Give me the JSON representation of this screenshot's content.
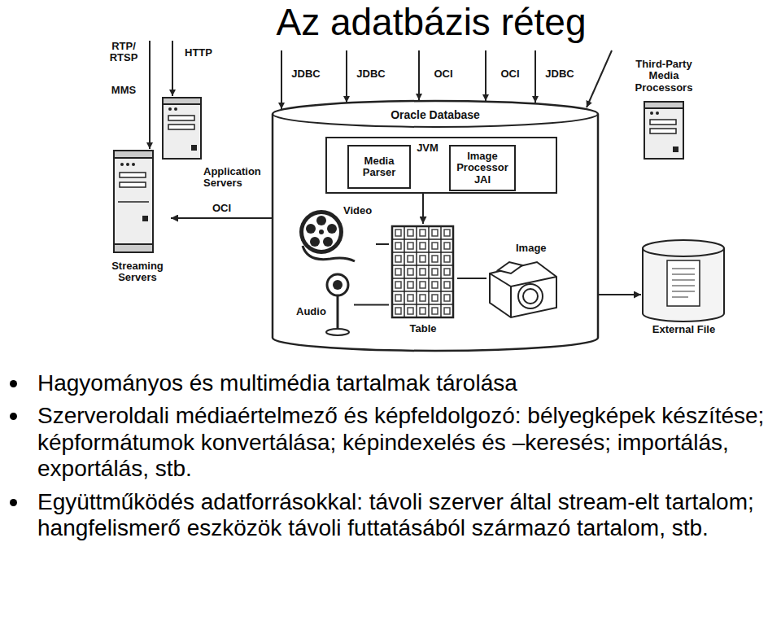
{
  "diagram": {
    "title": "Az adatbázis réteg",
    "nodes": [
      {
        "text": [
          "Streaming Servers"
        ]
      },
      {
        "text": [
          "Application Servers"
        ]
      },
      {
        "text": [
          "Oracle Database"
        ]
      },
      {
        "text": [
          "JVM"
        ],
        "in": 2
      },
      {
        "text": [
          "Media Parser"
        ],
        "in": 3
      },
      {
        "text": [
          "Image Processor JAI"
        ],
        "in": 3
      },
      {
        "text": [
          "Video"
        ],
        "in": 2
      },
      {
        "text": [
          "Audio"
        ],
        "in": 2
      },
      {
        "text": [
          "Table"
        ],
        "in": 2
      },
      {
        "text": [
          "Image"
        ],
        "in": 2
      },
      {
        "text": [
          "Third-Party Media Processors"
        ]
      },
      {
        "text": [
          "External File"
        ]
      }
    ],
    "edges": [
      {
        "from": 2,
        "to": 0,
        "label": "OCI",
        "arrow": "to"
      },
      {
        "from": 3,
        "to": 8,
        "arrow": "to"
      },
      {
        "from": 8,
        "to": 6,
        "arrow": "none"
      },
      {
        "from": 8,
        "to": 7,
        "arrow": "none"
      },
      {
        "from": 8,
        "to": 9,
        "arrow": "none"
      },
      {
        "from": 2,
        "to": 11,
        "arrow": "to"
      }
    ],
    "labels": [
      "RTP/ RTSP",
      "MMS",
      "HTTP",
      "JDBC",
      "JDBC",
      "OCI",
      "OCI",
      "JDBC",
      "Hagyományos és multimédia tartalmak tárolása",
      "Szerveroldali médiaértelmező és képfeldolgozó: bélyegképek készítése; képformátumok konvertálása; képindexelés és –keresés; importálás, exportálás, stb.",
      "Együttműködés adatforrásokkal: távoli szerver által stream-elt tartalom; hangfelismerő eszközök távoli futtatásából származó tartalom, stb."
    ]
  }
}
